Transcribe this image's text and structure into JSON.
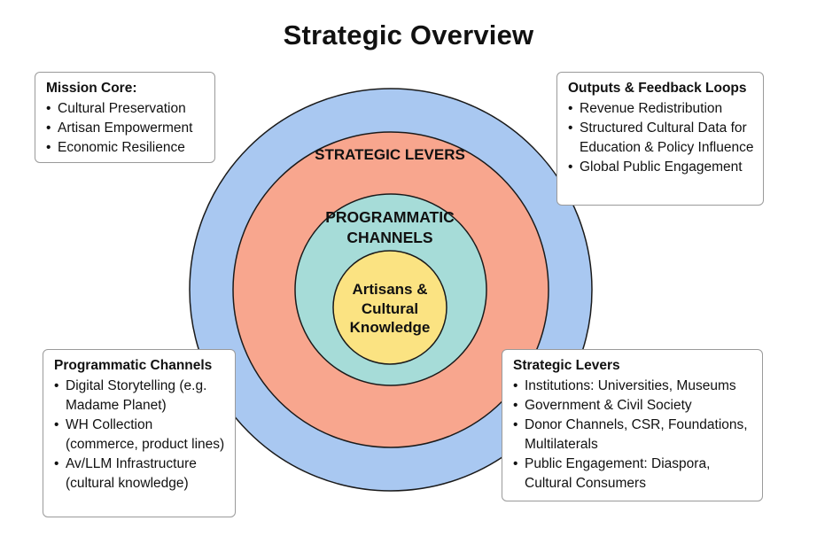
{
  "title": "Strategic Overview",
  "rings": {
    "outer_label": "",
    "levers_label": "STRATEGIC LEVERS",
    "channels_label": "PROGRAMMATIC CHANNELS",
    "core_label": "Artisans & Cultural Knowledge",
    "colors": {
      "outer": "#a9c8f1",
      "levers": "#f8a68e",
      "channels": "#a6dcd8",
      "core": "#fbe382",
      "stroke": "#1a1a1a"
    }
  },
  "boxes": {
    "mission": {
      "title": "Mission Core:",
      "items": [
        "Cultural Preservation",
        "Artisan Empowerment",
        "Economic Resilience"
      ]
    },
    "outputs": {
      "title": "Outputs & Feedback Loops",
      "items": [
        "Revenue Redistribution",
        "Structured Cultural Data for Education & Policy Influence",
        "Global Public Engagement"
      ]
    },
    "channels": {
      "title": "Programmatic Channels",
      "items": [
        "Digital Storytelling (e.g. Madame Planet)",
        "WH Collection (commerce, product lines)",
        "Av/LLM Infrastructure (cultural knowledge)"
      ]
    },
    "levers": {
      "title": "Strategic Levers",
      "items": [
        "Institutions: Universities, Museums",
        "Government & Civil Society",
        "Donor Channels, CSR, Foundations, Multilaterals",
        "Public Engagement: Diaspora, Cultural Consumers"
      ]
    }
  }
}
